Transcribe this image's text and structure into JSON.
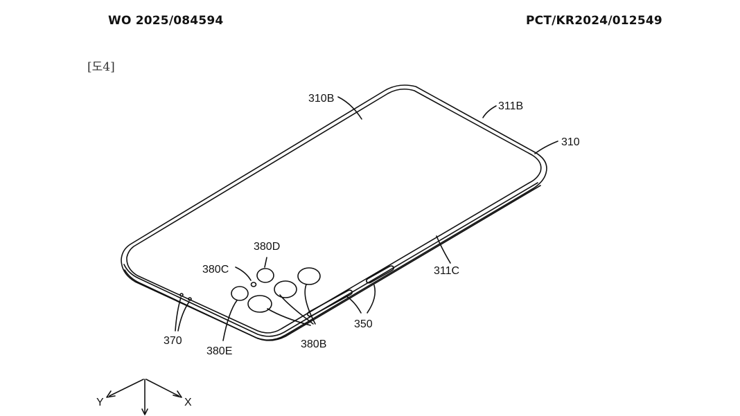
{
  "header": {
    "publication_number": "WO 2025/084594",
    "application_number": "PCT/KR2024/012549"
  },
  "figure": {
    "label": "[도4]",
    "reference_labels": {
      "back_surface": "310B",
      "edge_top": "311B",
      "housing": "310",
      "edge_side": "311C",
      "camera_d": "380D",
      "camera_c": "380C",
      "camera_e": "380E",
      "camera_b": "380B",
      "buttons": "350",
      "holes": "370"
    },
    "axes": {
      "y": "Y",
      "x": "X"
    }
  }
}
